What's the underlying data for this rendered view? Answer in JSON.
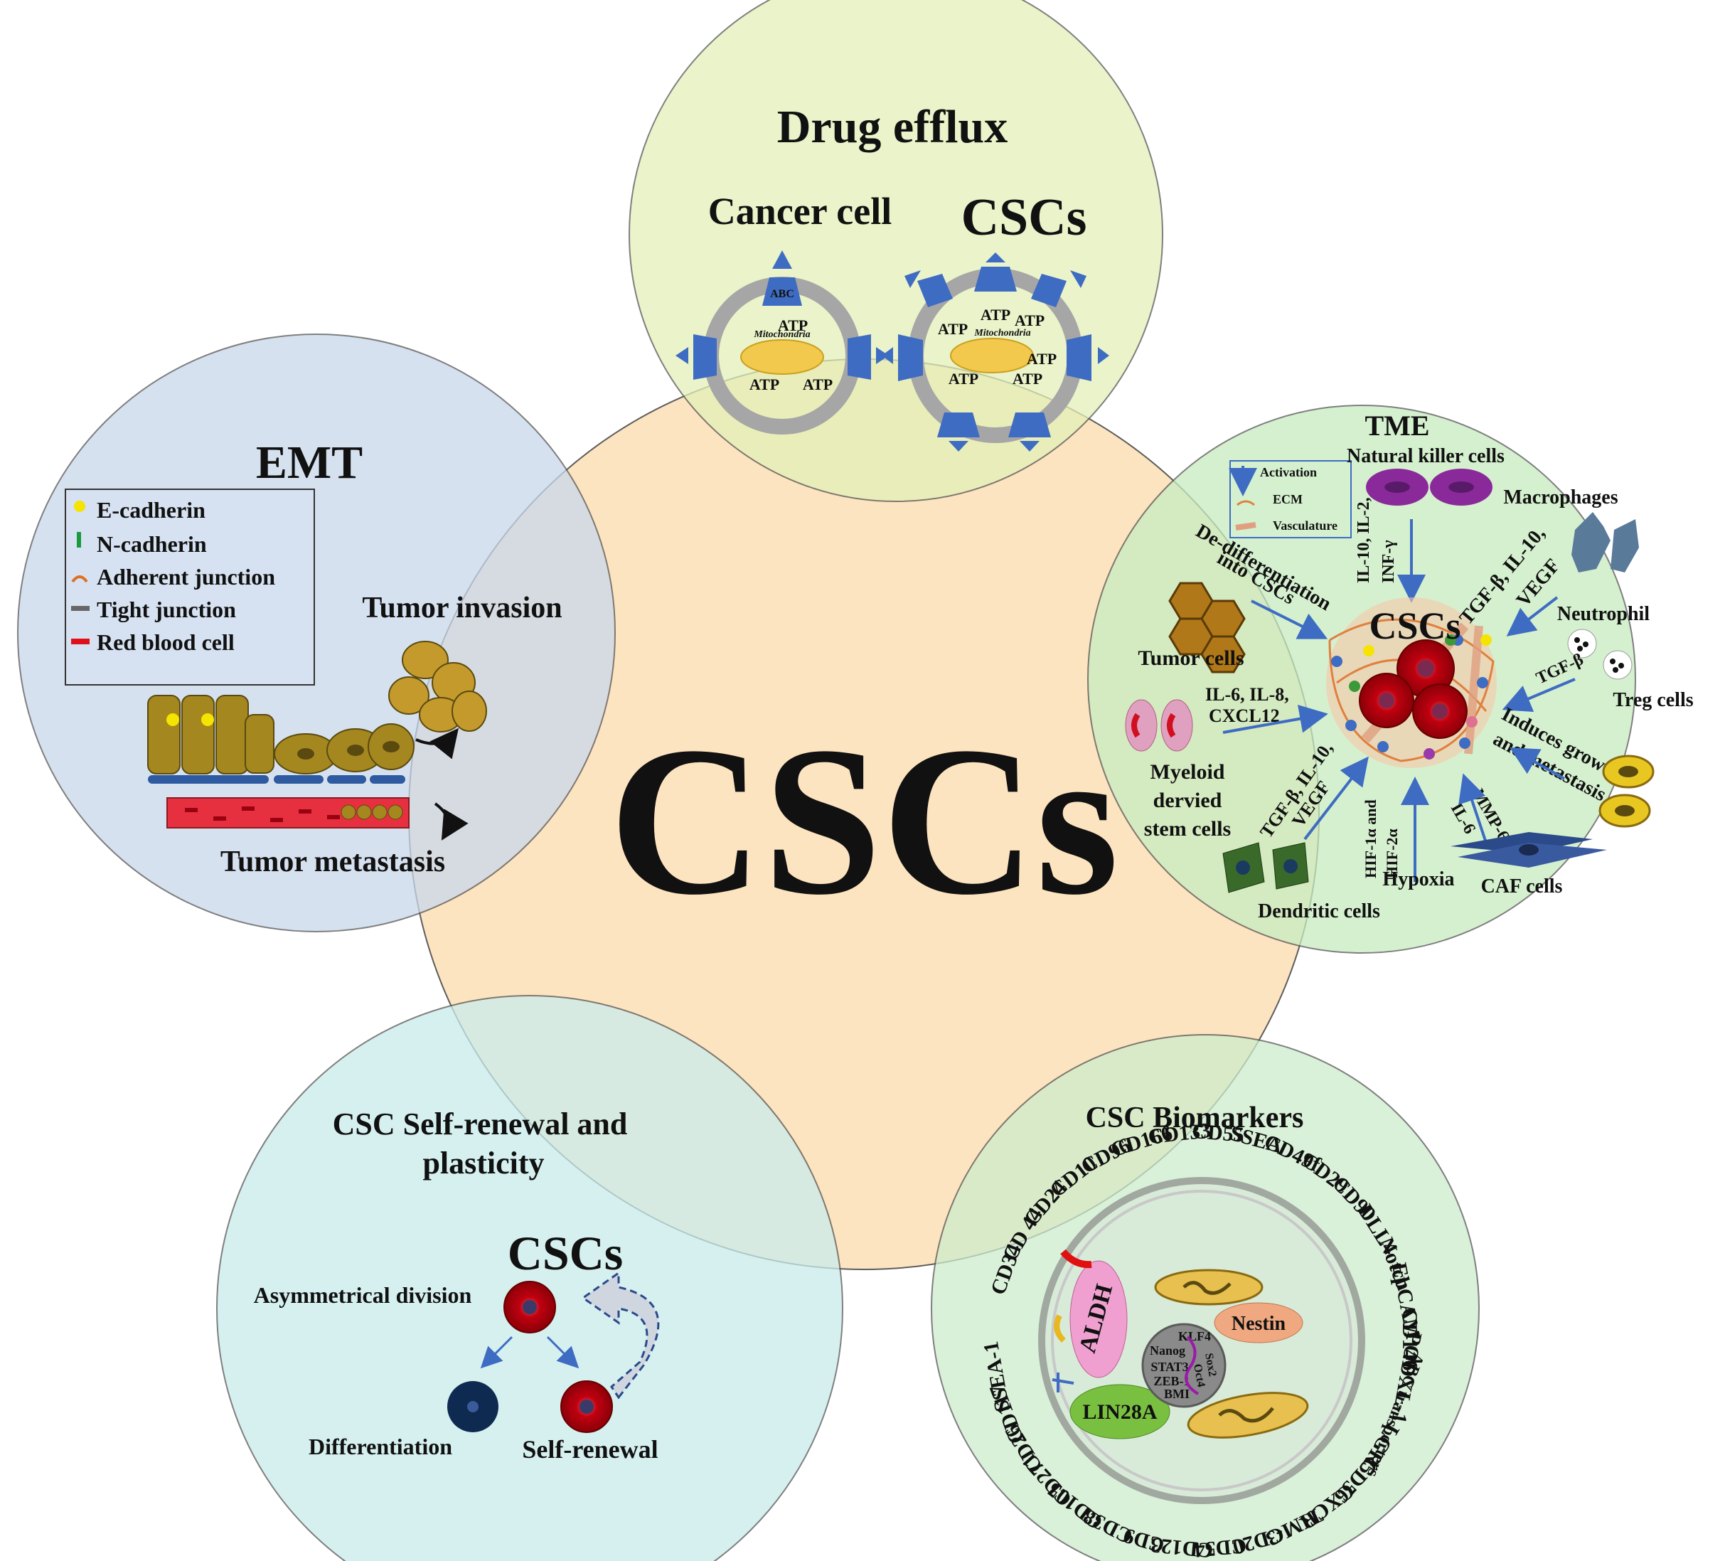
{
  "center": {
    "title": "CSCs"
  },
  "drug_efflux": {
    "title": "Drug efflux",
    "cancer_cell_label": "Cancer cell",
    "cscs_label": "CSCs",
    "abc": "ABC",
    "atp": "ATP",
    "mitochondria": "Mitochondria"
  },
  "emt": {
    "title": "EMT",
    "legend": [
      "E-cadherin",
      "N-cadherin",
      "Adherent junction",
      "Tight junction",
      "Red blood cell"
    ],
    "tumor_invasion": "Tumor invasion",
    "tumor_metastasis": "Tumor metastasis"
  },
  "tme": {
    "title": "TME",
    "legend": [
      "Activation",
      "ECM",
      "Vasculature"
    ],
    "center_label": "CSCs",
    "natural_killer": "Natural killer cells",
    "macrophages": "Macrophages",
    "neutrophil": "Neutrophil",
    "treg": "Treg cells",
    "tumor_cells": "Tumor cells",
    "myeloid": [
      "Myeloid",
      "dervied",
      "stem cells"
    ],
    "dendritic": "Dendritic cells",
    "hypoxia": "Hypoxia",
    "caf": "CAF cells",
    "dedifferentiation": [
      "De-differentiation",
      "into CSCs"
    ],
    "il10_il2": [
      "IL-10, IL-2,",
      "INF-γ"
    ],
    "tgf_il10_vegf_top": [
      "TGF-β, IL-10,",
      "VEGF"
    ],
    "tgf_beta": "TGF-β",
    "induces": [
      "Induces growth",
      "and metastasis"
    ],
    "il6_il8": [
      "IL-6, IL-8,",
      "CXCL12"
    ],
    "tgf_il10_vegf_bottom": [
      "TGF-β, IL-10,",
      "VEGF"
    ],
    "hif": [
      "HIF-1α and",
      "HIF-2α"
    ],
    "mmp": [
      "MMP-6/9,",
      "IL-6"
    ]
  },
  "self_renewal": {
    "title": [
      "CSC Self-renewal and",
      "plasticity"
    ],
    "cscs_label": "CSCs",
    "asymmetrical": "Asymmetrical division",
    "differentiation": "Differentiation",
    "self_renewal": "Self-renewal"
  },
  "biomarkers": {
    "title": "CSC Biomarkers",
    "inner": {
      "aldh": "ALDH",
      "lin28a": "LIN28A",
      "nestin": "Nestin",
      "nucleus": [
        "KLF4",
        "Nanog",
        "STAT3",
        "ZEB-1",
        "BMI",
        "Sox2",
        "Oct4"
      ]
    },
    "markers": [
      "CD34",
      "CD 44",
      "CD24",
      "CD10",
      "CD96",
      "CD166",
      "CD133",
      "CD55",
      "SSEA",
      "CD49f",
      "CD29",
      "CD90",
      "DLL4",
      "Notch",
      "EpCAM",
      "CD146",
      "PODXL-1",
      "ABC transporters",
      "LGR5",
      "CD56",
      "CXCR",
      "TIM-3",
      "CD20",
      "CD54",
      "CD123",
      "CD9",
      "CD38",
      "CD105",
      "CD271",
      "CD26",
      "CD117",
      "SSEA-1"
    ]
  },
  "colors": {
    "center_fill": "#fde3bd",
    "drug_fill": "#e3f0b8",
    "emt_fill": "#c9d8ec",
    "tme_fill": "#c7ecc0",
    "self_fill": "#c9ecec",
    "bio_fill": "#cdeccd",
    "abc_blue": "#3e6cc2",
    "mito_yellow": "#f2c94c",
    "cell_red": "#d0101a",
    "tan": "#b58b23"
  }
}
